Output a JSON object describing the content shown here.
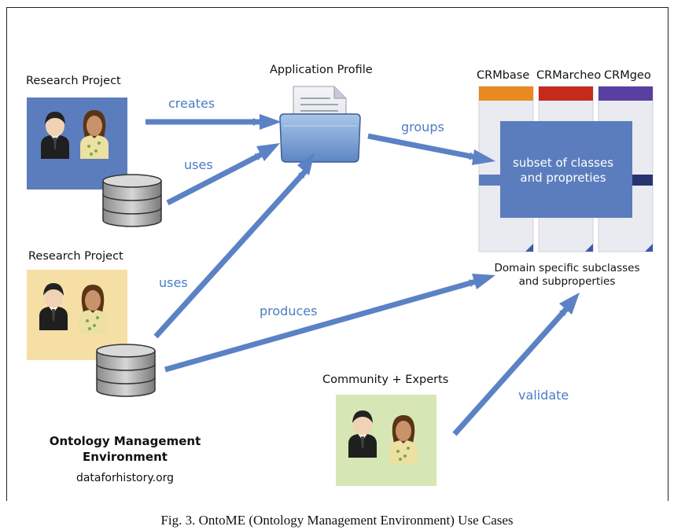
{
  "nodes": {
    "research_project_1": "Research Project",
    "research_project_2": "Research Project",
    "application_profile": "Application Profile",
    "community_experts": "Community + Experts",
    "crm_base": "CRMbase",
    "crm_archeo": "CRMarcheo",
    "crm_geo": "CRMgeo",
    "subset_line1": "subset of classes",
    "subset_line2": "and propreties",
    "domain_line1": "Domain specific subclasses",
    "domain_line2": "and subproperties",
    "ome_line1": "Ontology Management",
    "ome_line2": "Environment",
    "website": "dataforhistory.org"
  },
  "edges": {
    "creates": "creates",
    "uses_1": "uses",
    "uses_2": "uses",
    "groups": "groups",
    "produces": "produces",
    "validate": "validate"
  },
  "colors": {
    "arrow": "#5b82c5",
    "label": "#4a7cc4",
    "panel_blue": "#5b7dbd",
    "panel_yellow": "#f6dfa5",
    "panel_green": "#d7e6b5",
    "subset_box": "#5b7dbd",
    "crm_base": "#e88a20",
    "crm_archeo": "#c62a1a",
    "crm_geo": "#5a3fa3"
  },
  "caption": "Fig. 3. OntoME (Ontology Management Environment) Use Cases"
}
